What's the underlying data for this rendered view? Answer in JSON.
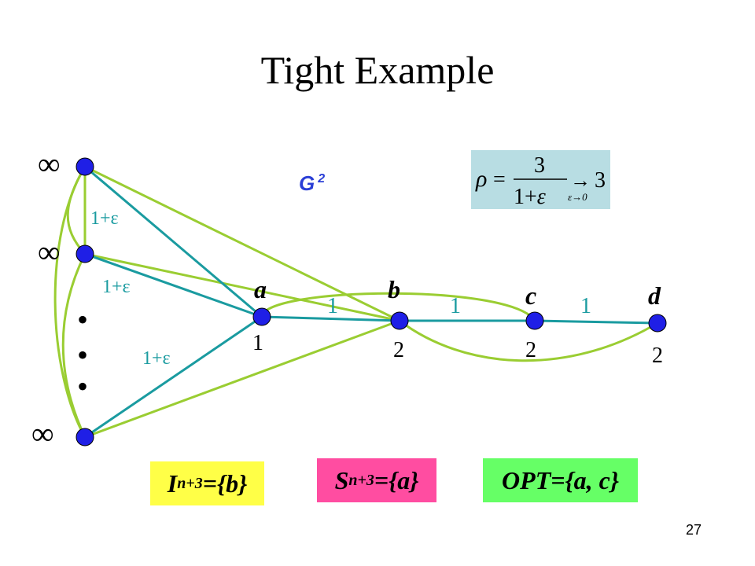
{
  "title": "Tight Example",
  "slide_number": "27",
  "graph_name": {
    "text": "G",
    "superscript": "2"
  },
  "colors": {
    "node_fill": "#1f1fe6",
    "path_edge": "#1a9ba0",
    "square_edge": "#9acd32",
    "graph_label": "#2b3fd6"
  },
  "inf_label": "∞",
  "left_nodes": [
    {
      "label": "∞"
    },
    {
      "label": "∞"
    },
    {
      "label": "∞"
    }
  ],
  "dots": "•",
  "epsilon_edges": [
    {
      "label": "1+ε"
    },
    {
      "label": "1+ε"
    },
    {
      "label": "1+ε"
    }
  ],
  "path_nodes": [
    {
      "name": "a",
      "weight": "1"
    },
    {
      "name": "b",
      "weight": "2"
    },
    {
      "name": "c",
      "weight": "2"
    },
    {
      "name": "d",
      "weight": "2"
    }
  ],
  "path_edges": [
    {
      "label": "1"
    },
    {
      "label": "1"
    },
    {
      "label": "1"
    }
  ],
  "formula": {
    "lhs": "ρ",
    "eq": "=",
    "numerator": "3",
    "denominator_left": "1+",
    "denominator_var": "ε",
    "arrow": "→",
    "limit": "ε→0",
    "result": "3"
  },
  "sets": {
    "i": {
      "name": "I",
      "sub": "n+3",
      "value": "={b}"
    },
    "s": {
      "name": "S",
      "sub": "n+3",
      "value": "={a}"
    },
    "opt": {
      "text": "OPT={a, c}"
    }
  }
}
